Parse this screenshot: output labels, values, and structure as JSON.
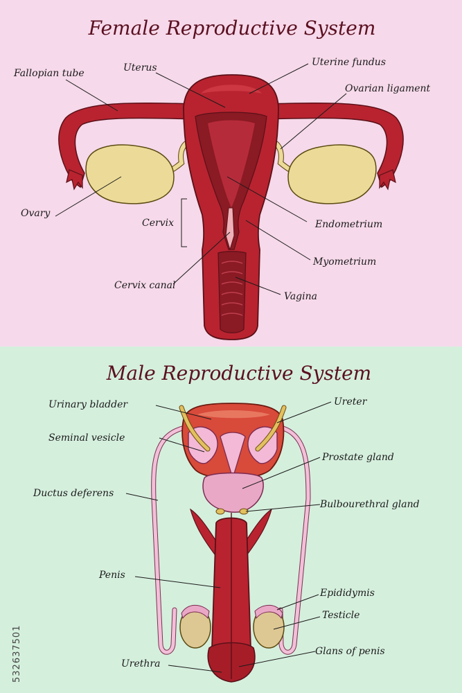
{
  "female": {
    "title": "Female Reproductive System",
    "labels": {
      "fallopian_tube": "Fallopian tube",
      "uterus": "Uterus",
      "uterine_fundus": "Uterine fundus",
      "ovarian_ligament": "Ovarian ligament",
      "ovary": "Ovary",
      "cervix": "Cervix",
      "endometrium": "Endometrium",
      "myometrium": "Myometrium",
      "cervix_canal": "Cervix canal",
      "vagina": "Vagina"
    }
  },
  "male": {
    "title": "Male Reproductive System",
    "labels": {
      "urinary_bladder": "Urinary bladder",
      "ureter": "Ureter",
      "seminal_vesicle": "Seminal vesicle",
      "prostate_gland": "Prostate gland",
      "ductus_deferens": "Ductus deferens",
      "bulbourethral_gland": "Bulbourethral gland",
      "penis": "Penis",
      "epididymis": "Epididymis",
      "testicle": "Testicle",
      "urethra": "Urethra",
      "glans_of_penis": "Glans of penis"
    }
  },
  "watermark_id": "532637501",
  "colors": {
    "female_bg": "#f6d9ea",
    "male_bg": "#d5efdd",
    "organ_red": "#b8232f",
    "organ_dark": "#7d1820",
    "ovary_yellow": "#ecdb98",
    "prostate_pink": "#e9a8c6",
    "testicle_tan": "#ddc894"
  }
}
